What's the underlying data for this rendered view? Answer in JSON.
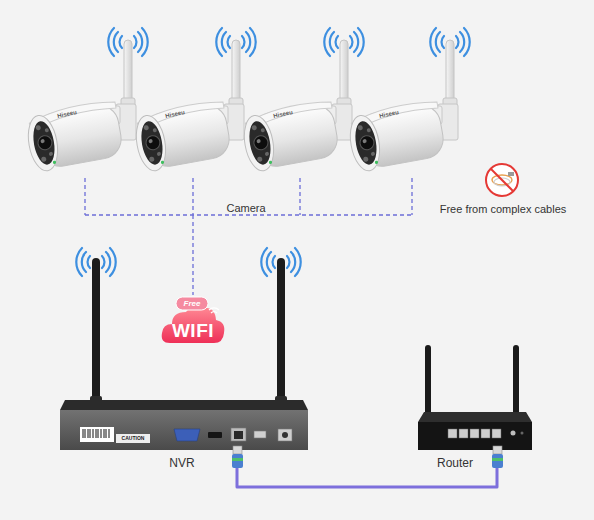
{
  "diagram": {
    "nodes": [
      {
        "text": [
          "Camera"
        ]
      },
      {
        "text": [
          "Free",
          "WIFI"
        ]
      },
      {
        "text": [
          "NVR"
        ]
      },
      {
        "text": [
          "Router"
        ]
      }
    ],
    "edges": [
      {
        "from": 0,
        "to": 1,
        "arrow": "none"
      },
      {
        "from": 2,
        "to": 3,
        "arrow": "none"
      }
    ],
    "labels": [
      "Hiseeu",
      "Hiseeu",
      "Hiseeu",
      "Hiseeu",
      "Free from complex cables",
      "CAUTION"
    ]
  }
}
